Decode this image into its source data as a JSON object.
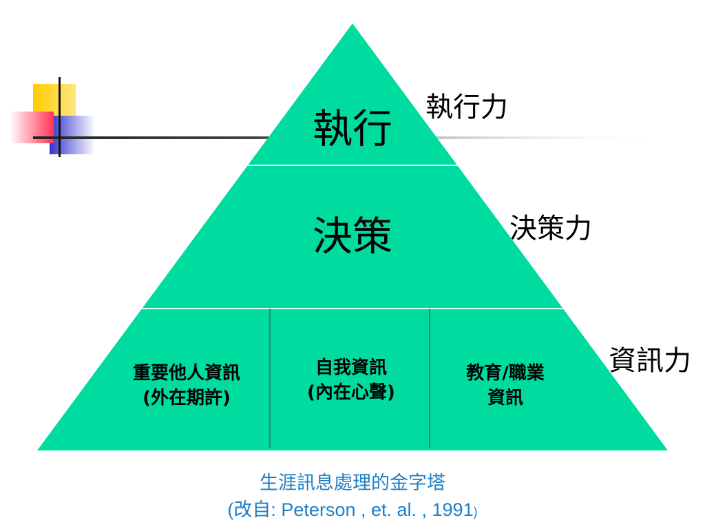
{
  "colors": {
    "pyramid_fill": "#00dca0",
    "caption_text": "#1f7fc4",
    "deco_yellow": "#ffcc00",
    "deco_red": "#ff3355",
    "deco_blue": "#3333cc"
  },
  "pyramid": {
    "top": {
      "label": "執行",
      "side_label": "執行力"
    },
    "middle": {
      "label": "決策",
      "side_label": "決策力"
    },
    "bottom": {
      "side_label": "資訊力",
      "cells": [
        {
          "line1": "重要他人資訊",
          "line2": "(外在期許)"
        },
        {
          "line1": "自我資訊",
          "line2": "(內在心聲)"
        },
        {
          "line1": "教育/職業",
          "line2": "資訊"
        }
      ]
    }
  },
  "caption": {
    "title": "生涯訊息處理的金字塔",
    "open_paren": "(",
    "source_cn": "改自",
    "source_en": ": Peterson , et. al. , 1991",
    "close_paren": ")"
  }
}
